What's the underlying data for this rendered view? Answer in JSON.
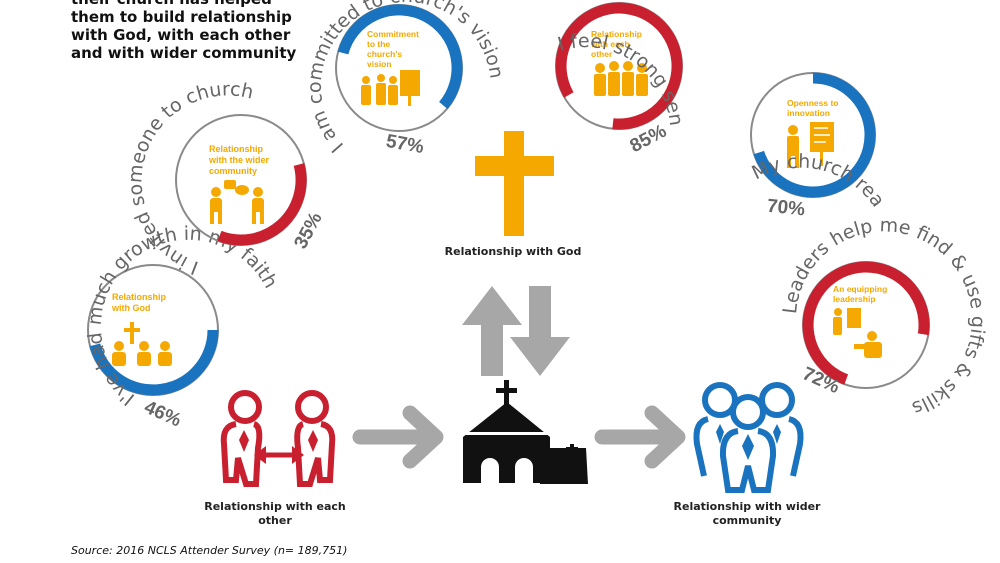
{
  "intro_text": "their church has helped them to build relationship with God, with each other and with wider community",
  "source": "Source: 2016 NCLS Attender Survey (n= 189,751)",
  "colors": {
    "gold": "#F5A800",
    "red": "#C8202F",
    "blue": "#1A73BE",
    "grey": "#A7A7A7",
    "ring": "#8a8a8a",
    "text": "#666666"
  },
  "center": {
    "god_label": "Relationship with God"
  },
  "nodes": {
    "each_other": "Relationship with each other",
    "wider": "Relationship with wider community"
  },
  "stats": [
    {
      "id": "growth",
      "text": "I've had much growth in my faith",
      "value": 46,
      "percent_label": "46%",
      "inner": "Relationship with God",
      "icon": "kneeling-prayer-icon",
      "color_key": "blue"
    },
    {
      "id": "invited",
      "text": "I invited someone to church",
      "value": 35,
      "percent_label": "35%",
      "inner": "Relationship with the wider community",
      "icon": "conversation-icon",
      "color_key": "red"
    },
    {
      "id": "vision",
      "text": "I am committed to church's vision",
      "value": 57,
      "percent_label": "57%",
      "inner": "Commitment to the church's vision",
      "icon": "presentation-icon",
      "color_key": "blue"
    },
    {
      "id": "belonging",
      "text": "I feel strong sense of belonging",
      "value": 85,
      "percent_label": "85%",
      "inner": "Relationship with each other",
      "icon": "group-icon",
      "color_key": "red"
    },
    {
      "id": "innovation",
      "text": "My church ready to try something new",
      "value": 70,
      "percent_label": "70%",
      "inner": "Openness to innovation",
      "icon": "whiteboard-icon",
      "color_key": "blue"
    },
    {
      "id": "leaders",
      "text": "Leaders help me find & use gifts & skills",
      "value": 72,
      "percent_label": "72%",
      "inner": "An equipping leadership",
      "icon": "mentoring-icon",
      "color_key": "red"
    }
  ]
}
